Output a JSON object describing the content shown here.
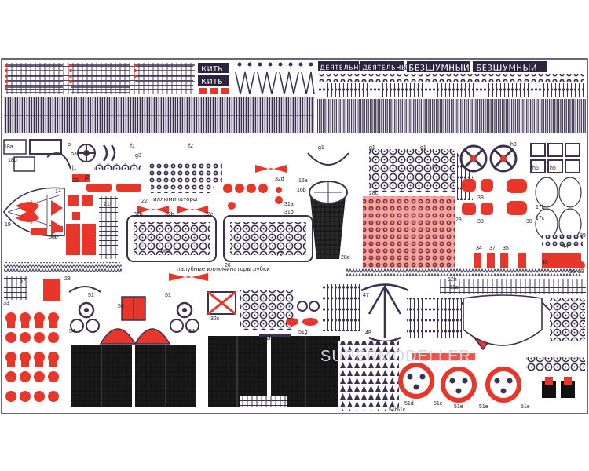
{
  "sheet": {
    "colors": {
      "metal": "#3a3250",
      "line": "#2b2540",
      "red": "#e8372a",
      "black": "#111111",
      "bg": "#ffffff"
    },
    "header_labels": {
      "kit_1": "КИТЬ",
      "kit_2": "КИТЬ",
      "shadow_1": "ДЕЯТЕЛЬНЫЙ",
      "shadow_2": "ДЕЯТЕЛЬНЫЙ",
      "silent_1": "БЕЗШУМНЫЙ",
      "silent_2": "БЕЗШУМНЫЙ"
    },
    "captions": {
      "illuminators": "иллюминаторы",
      "deck_illuminators": "палубные иллюминаторы рубки"
    },
    "part_labels": [
      "18a",
      "18b",
      "b3",
      "b",
      "f1",
      "f2",
      "g3",
      "g1",
      "g1",
      "g1",
      "h3",
      "h6",
      "h5",
      "j1",
      "j2",
      "1",
      "19",
      "21f",
      "22",
      "23",
      "32d",
      "32b",
      "32e",
      "32b",
      "16b",
      "16a",
      "28c",
      "63",
      "58b",
      "68a",
      "70",
      "28d",
      "31a",
      "31b",
      "39",
      "38",
      "38",
      "17b",
      "17c",
      "44",
      "34",
      "37",
      "35",
      "40",
      "36",
      "28",
      "28",
      "57",
      "33",
      "28",
      "51",
      "51",
      "52h",
      "51a",
      "51b",
      "51c",
      "51d",
      "51e",
      "51e",
      "51e",
      "51e",
      "47",
      "48",
      "53",
      "54",
      "54",
      "32c",
      "51f",
      "51g",
      "67",
      "67",
      "26",
      "1",
      "29"
    ],
    "watermark": "SUPERMODELLER"
  }
}
